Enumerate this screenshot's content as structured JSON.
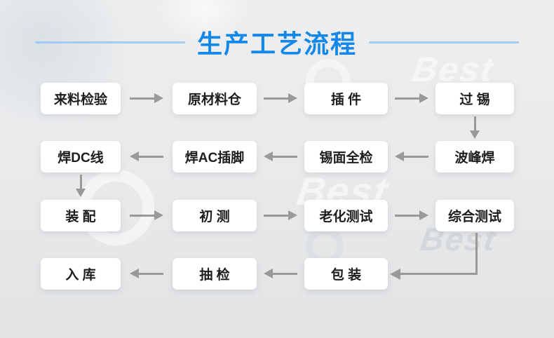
{
  "header": {
    "title": "生产工艺流程"
  },
  "watermark": {
    "text": "Best"
  },
  "colors": {
    "accent_blue": "#1388e8",
    "line_blue": "#a3cbf0",
    "arrow_gray": "#9b9997",
    "box_text": "#1d1d1f",
    "box_bg": "#ffffff"
  },
  "flow": {
    "rows": [
      {
        "direction": "right",
        "boxes": [
          "来料检验",
          "原材料仓",
          "插 件",
          "过 锡"
        ]
      },
      {
        "direction": "left",
        "boxes": [
          "焊DC线",
          "焊AC插脚",
          "锡面全检",
          "波峰焊"
        ]
      },
      {
        "direction": "right",
        "boxes": [
          "装 配",
          "初 测",
          "老化测试",
          "综合测试"
        ]
      },
      {
        "direction": "left",
        "boxes": [
          "入 库",
          "抽 检",
          "包 装"
        ]
      }
    ],
    "connectors": [
      {
        "from": "过 锡",
        "to": "波峰焊",
        "shape": "down"
      },
      {
        "from": "焊DC线",
        "to": "装 配",
        "shape": "down"
      },
      {
        "from": "综合测试",
        "to": "包 装",
        "shape": "down-then-left"
      }
    ]
  }
}
